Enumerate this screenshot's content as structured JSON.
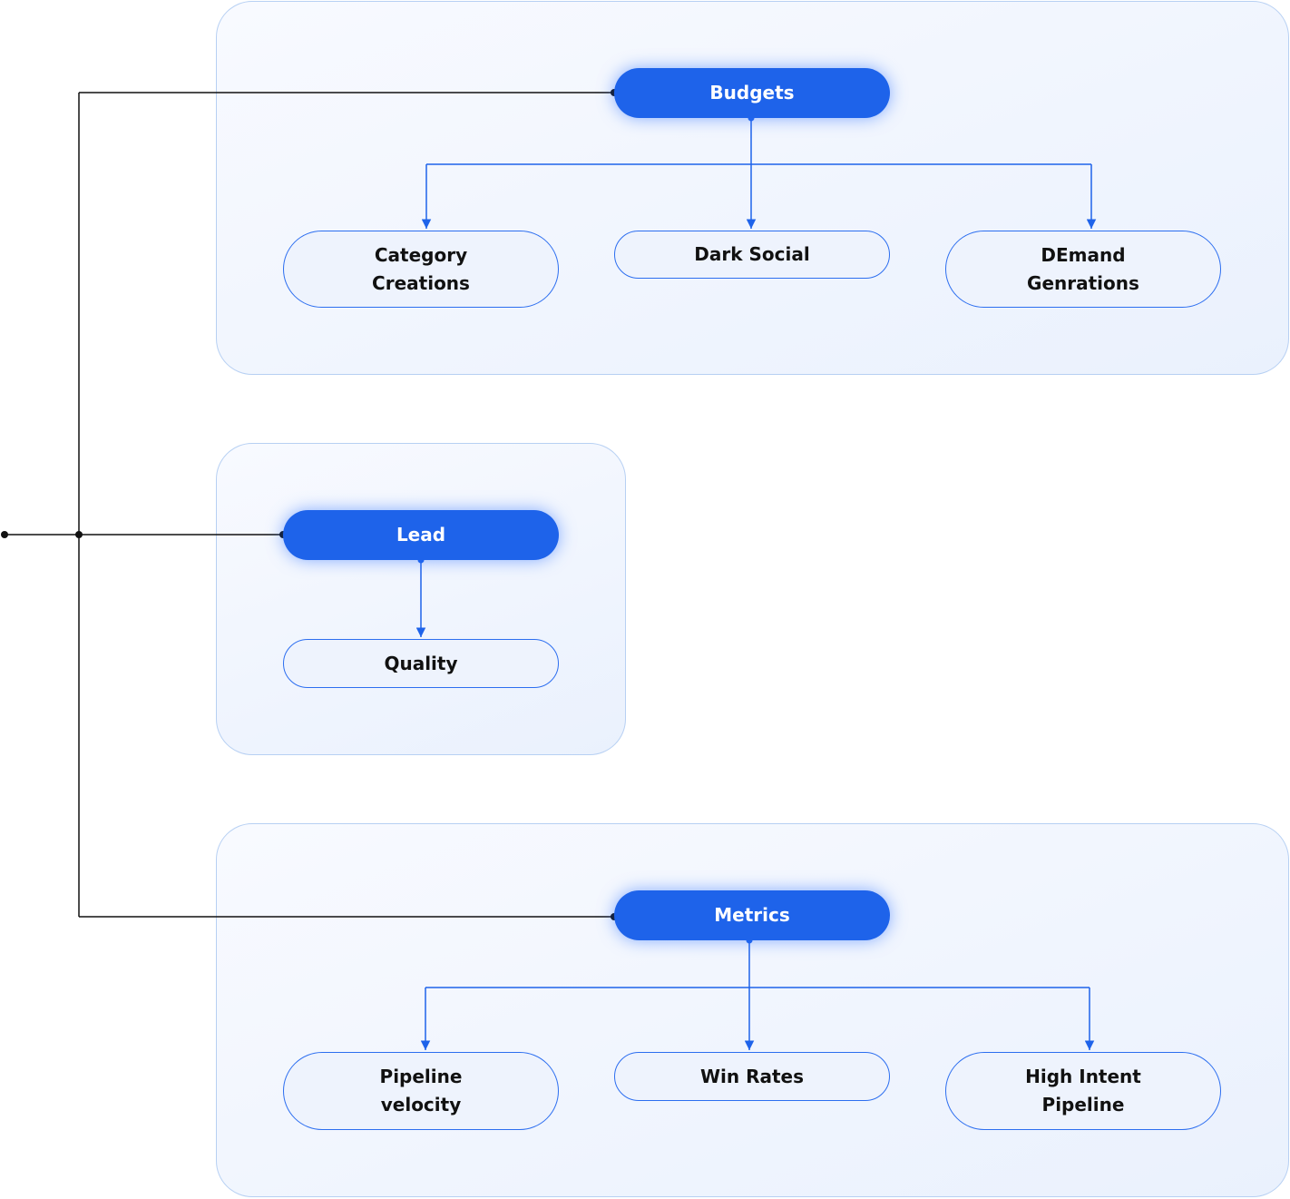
{
  "diagram": {
    "groups": [
      {
        "parent": "Budgets",
        "children": [
          [
            "Category",
            "Creations"
          ],
          [
            "Dark Social"
          ],
          [
            "DEmand",
            "Genrations"
          ]
        ]
      },
      {
        "parent": "Lead",
        "children": [
          [
            "Quality"
          ]
        ]
      },
      {
        "parent": "Metrics",
        "children": [
          [
            "Pipeline",
            "velocity"
          ],
          [
            "Win Rates"
          ],
          [
            "High Intent",
            "Pipeline"
          ]
        ]
      }
    ],
    "colors": {
      "parent_fill": "#1e63ea",
      "child_border": "#2c6ef0",
      "connector_blue": "#1e63ea",
      "connector_black": "#111111",
      "panel_border": "#b7d0f3"
    }
  }
}
